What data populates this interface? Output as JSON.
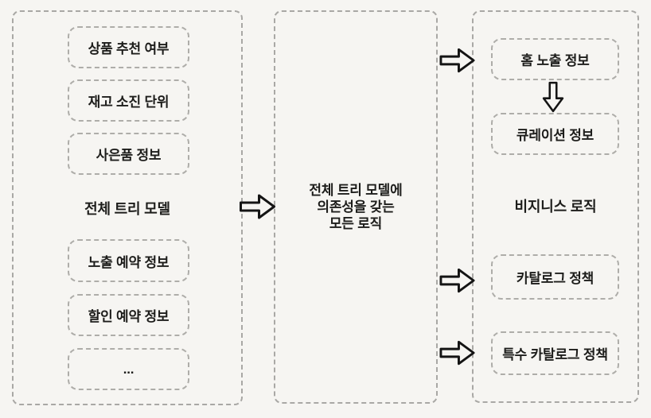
{
  "diagram": {
    "left_panel": {
      "title": "전체 트리 모델",
      "boxes_top": [
        "상품 추천 여부",
        "재고 소진 단위",
        "사은품 정보"
      ],
      "boxes_bottom": [
        "노출 예약 정보",
        "할인 예약 정보",
        "..."
      ]
    },
    "middle_panel": {
      "lines": [
        "전체 트리 모델에",
        "의존성을 갖는",
        "모든 로직"
      ]
    },
    "right_panel": {
      "title": "비지니스 로직",
      "box_home": "홈 노출 정보",
      "box_curation": "큐레이션 정보",
      "box_catalog": "카탈로그 정책",
      "box_special_catalog": "특수 카탈로그 정책"
    },
    "colors": {
      "background": "#f6f5f2",
      "dashed_border": "#a9a8a5",
      "text": "#1d1d1b",
      "arrow_stroke": "#141414"
    }
  }
}
